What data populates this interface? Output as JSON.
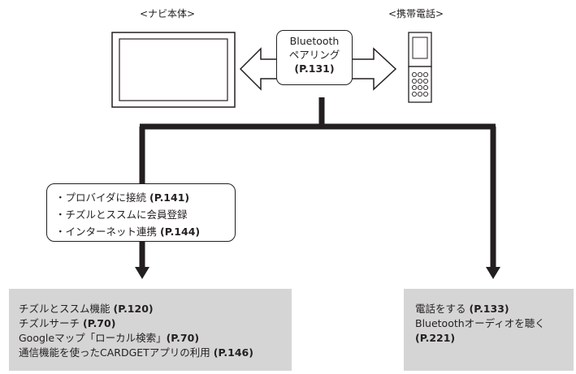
{
  "navi": {
    "label": "<ナビ本体>"
  },
  "phone": {
    "label": "<携帯電話>"
  },
  "bluetooth": {
    "line1": "Bluetooth",
    "line2": "ペアリング",
    "ref": "(P.131)"
  },
  "setup": {
    "items": [
      {
        "text": "・プロバイダに接続 ",
        "ref": "(P.141)"
      },
      {
        "text": "・チズルとススムに会員登録",
        "ref": ""
      },
      {
        "text": "・インターネット連携 ",
        "ref": "(P.144)"
      }
    ]
  },
  "left_box": {
    "items": [
      {
        "text": "チズルとススム機能 ",
        "ref": "(P.120)"
      },
      {
        "text": "チズルサーチ ",
        "ref": "(P.70)"
      },
      {
        "text": "Googleマップ「ローカル検索」",
        "ref": "(P.70)"
      },
      {
        "text": "通信機能を使ったCARDGETアプリの利用 ",
        "ref": "(P.146)"
      }
    ]
  },
  "right_box": {
    "items": [
      {
        "text": "電話をする ",
        "ref": "(P.133)"
      },
      {
        "text": "Bluetoothオーディオを聴く",
        "ref": ""
      },
      {
        "text": "",
        "ref": "(P.221)"
      }
    ]
  }
}
